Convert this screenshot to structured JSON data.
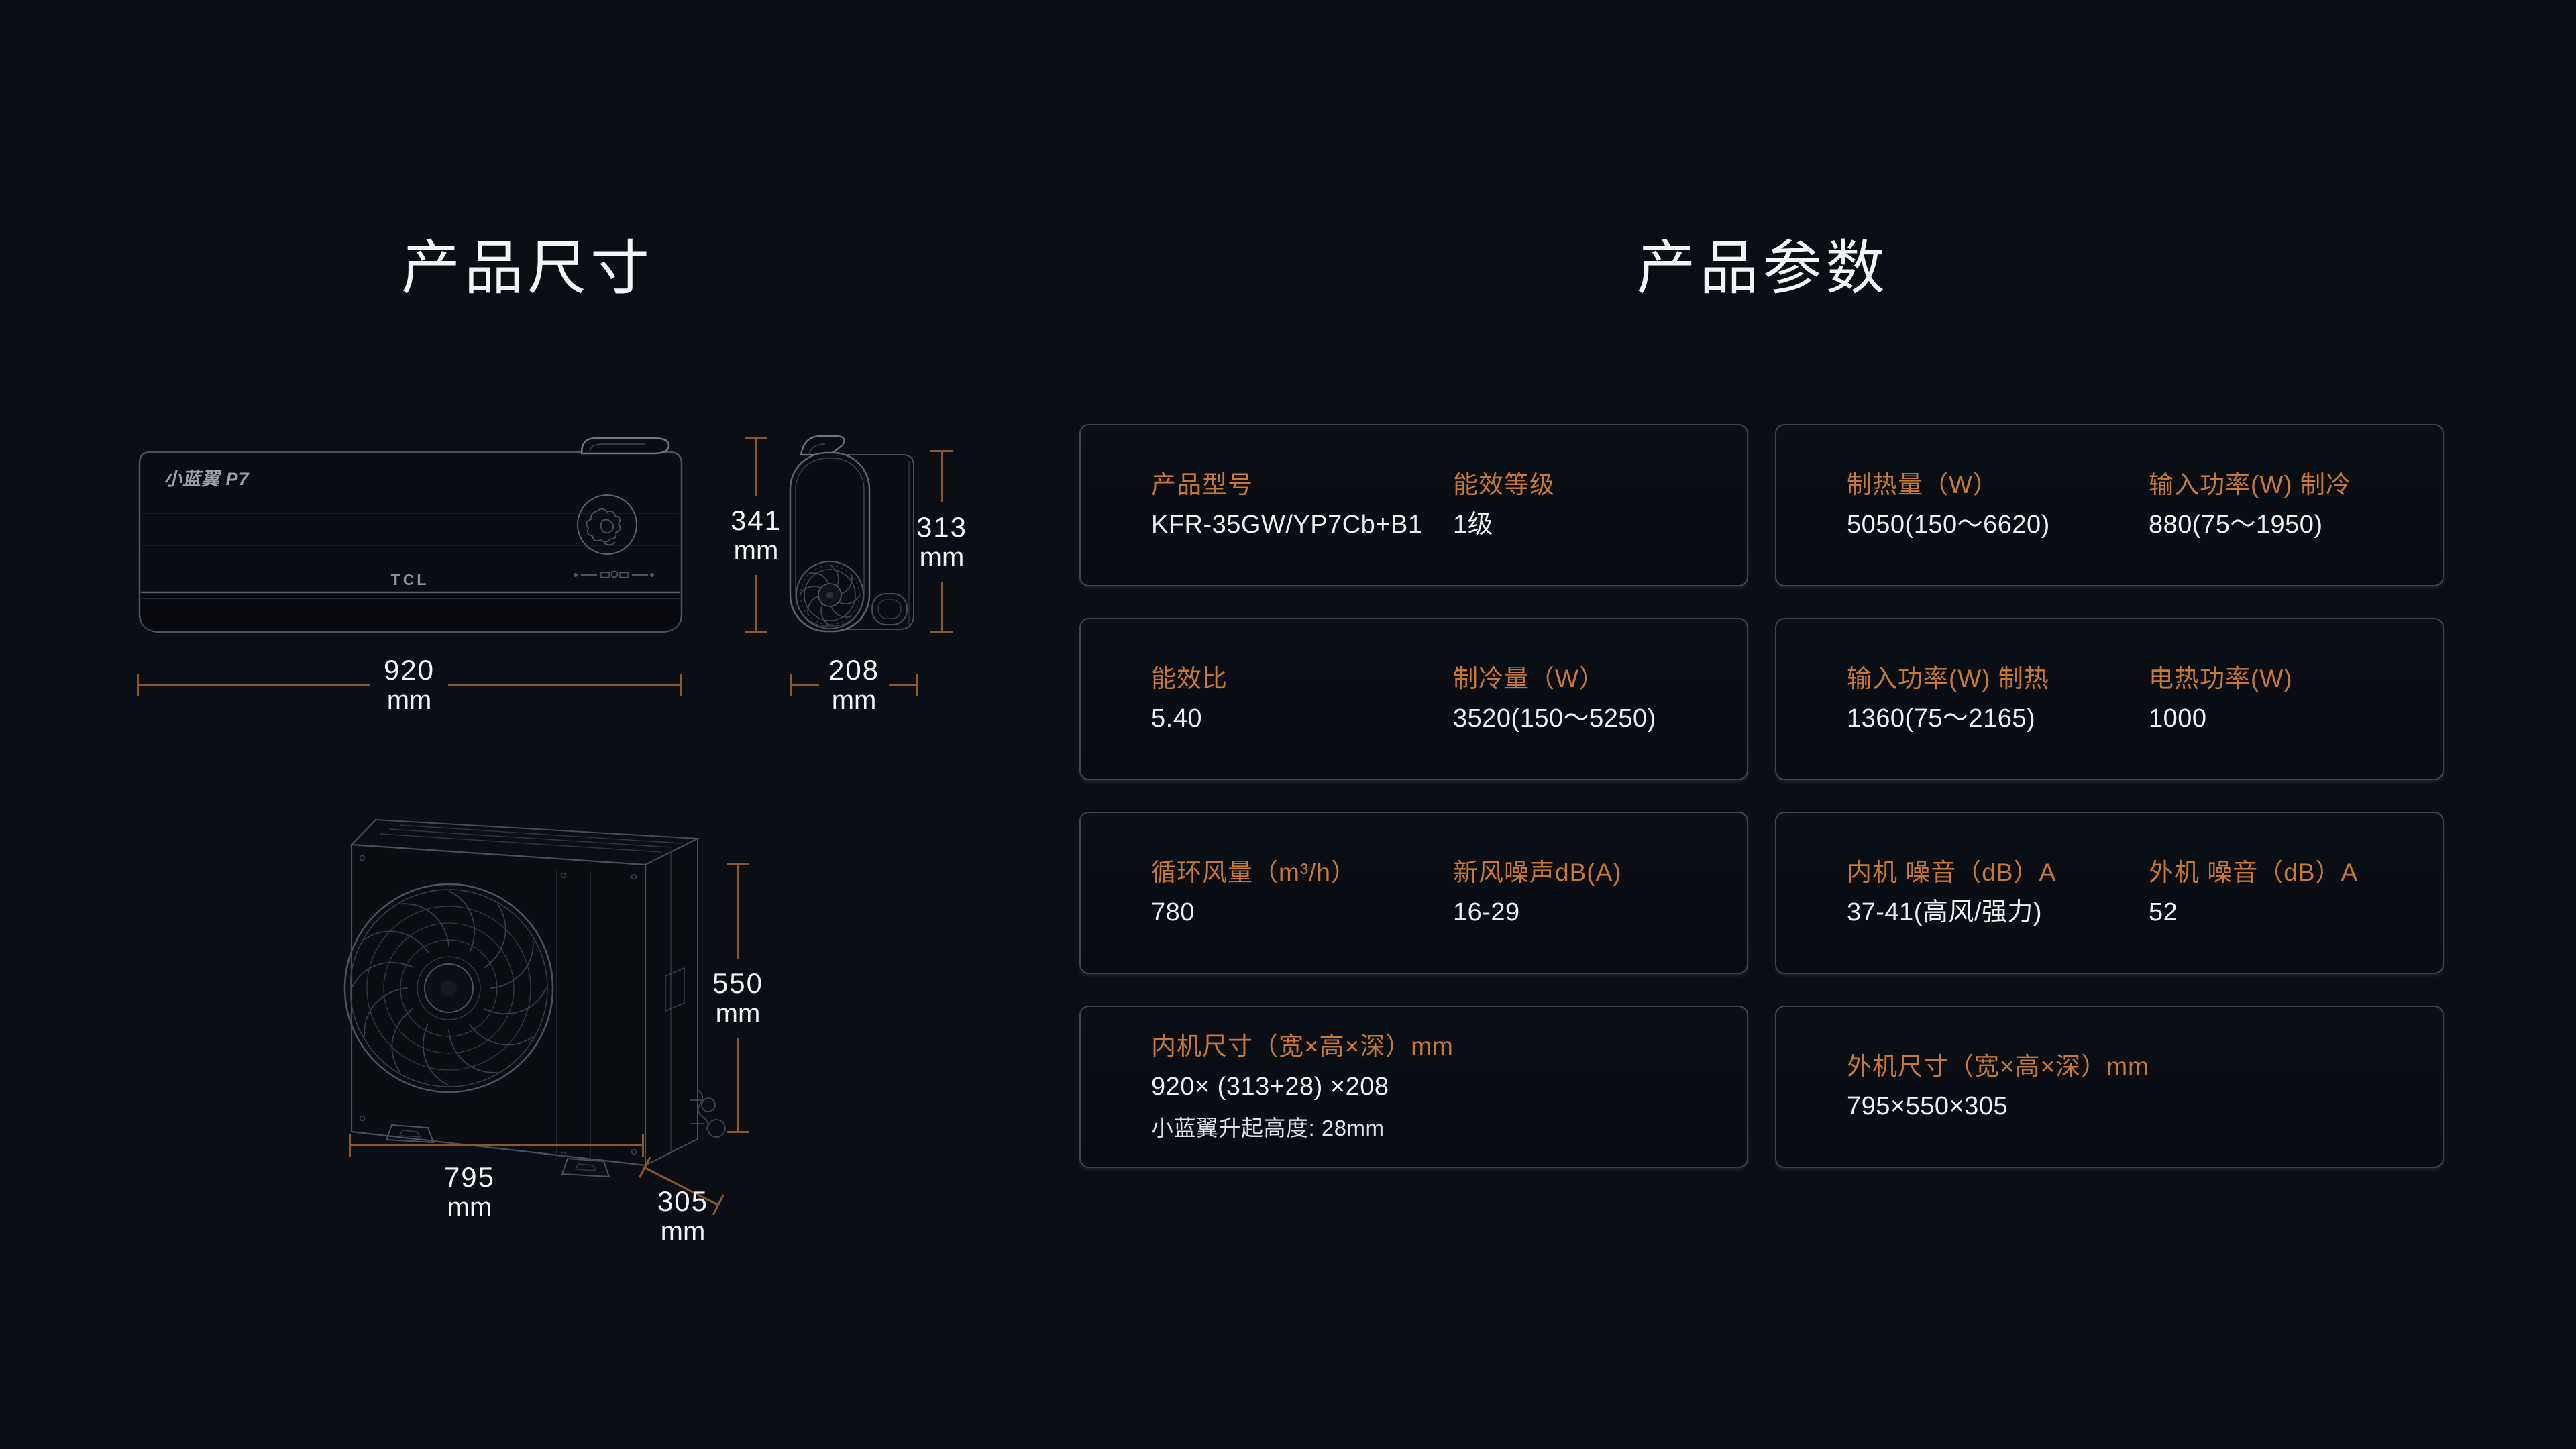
{
  "theme": {
    "background": "#0b0e15",
    "accent_orange": "#c87837",
    "dim_line_color": "#8b5a2b",
    "card_border": "#3e4551",
    "text_white": "#edeff1"
  },
  "left": {
    "title": "产品尺寸",
    "indoor_front": {
      "brand_logo": "小蓝翼 P7",
      "tcl_logo": "TCL"
    }
  },
  "right": {
    "title": "产品参数",
    "cards": [
      {
        "fields": [
          {
            "label": "产品型号",
            "value": "KFR-35GW/YP7Cb+B1"
          },
          {
            "label": "能效等级",
            "value": "1级"
          }
        ]
      },
      {
        "fields": [
          {
            "label": "制热量（W）",
            "value": "5050(150～6620)"
          },
          {
            "label": "输入功率(W) 制冷",
            "value": "880(75～1950)"
          }
        ]
      },
      {
        "fields": [
          {
            "label": "能效比",
            "value": "5.40"
          },
          {
            "label": "制冷量（W）",
            "value": "3520(150～5250)"
          }
        ]
      },
      {
        "fields": [
          {
            "label": "输入功率(W) 制热",
            "value": "1360(75～2165)"
          },
          {
            "label": "电热功率(W)",
            "value": "1000"
          }
        ]
      },
      {
        "fields": [
          {
            "label": "循环风量（m³/h）",
            "value": "780"
          },
          {
            "label": "新风噪声dB(A)",
            "value": "16-29"
          }
        ]
      },
      {
        "fields": [
          {
            "label": "内机 噪音（dB）A",
            "value": "37-41(高风/强力)"
          },
          {
            "label": "外机 噪音（dB）A",
            "value": "52"
          }
        ]
      },
      {
        "fields": [
          {
            "label": "内机尺寸（宽×高×深）mm",
            "value": "920× (313+28) ×208",
            "note": "小蓝翼升起高度: 28mm"
          }
        ]
      },
      {
        "fields": [
          {
            "label": "外机尺寸（宽×高×深）mm",
            "value": "795×550×305"
          }
        ]
      }
    ]
  },
  "dims": {
    "indoor_width": {
      "value": "920",
      "unit": "mm"
    },
    "indoor_height_total": {
      "value": "341",
      "unit": "mm"
    },
    "indoor_height_body": {
      "value": "313",
      "unit": "mm"
    },
    "indoor_depth": {
      "value": "208",
      "unit": "mm"
    },
    "outdoor_height": {
      "value": "550",
      "unit": "mm"
    },
    "outdoor_width": {
      "value": "795",
      "unit": "mm"
    },
    "outdoor_depth": {
      "value": "305",
      "unit": "mm"
    }
  }
}
